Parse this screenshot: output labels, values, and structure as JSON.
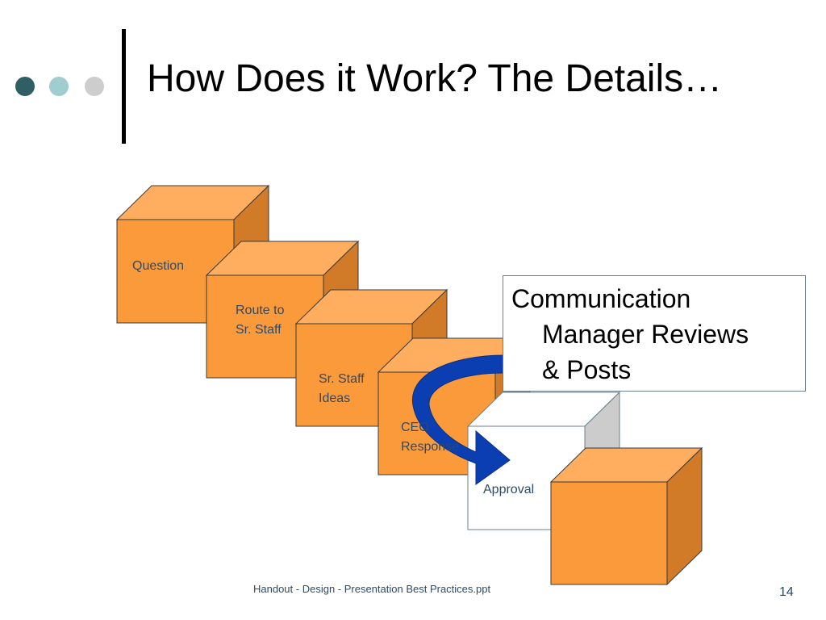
{
  "colors": {
    "dots": [
      "#2f5e64",
      "#9fcdd0",
      "#cdcdcd"
    ],
    "cube_front": "#fb9a3a",
    "cube_top": "#ffad5e",
    "cube_side": "#d17a28",
    "outline_cube_side": "#cccccc",
    "arrow": "#0b3fb1",
    "text_blue": "#2e4a66"
  },
  "slide": {
    "title": "How Does it Work?  The Details…",
    "footer": "Handout - Design - Presentation Best Practices.ppt",
    "page_number": "14"
  },
  "steps": [
    {
      "label": "Question"
    },
    {
      "label": "Route to\nSr. Staff"
    },
    {
      "label": "Sr. Staff\nIdeas"
    },
    {
      "label": "CEO\nResponse"
    },
    {
      "label": "Approval"
    }
  ],
  "callout": {
    "line1": "Communication",
    "line2": "Manager Reviews",
    "line3": "& Posts"
  }
}
